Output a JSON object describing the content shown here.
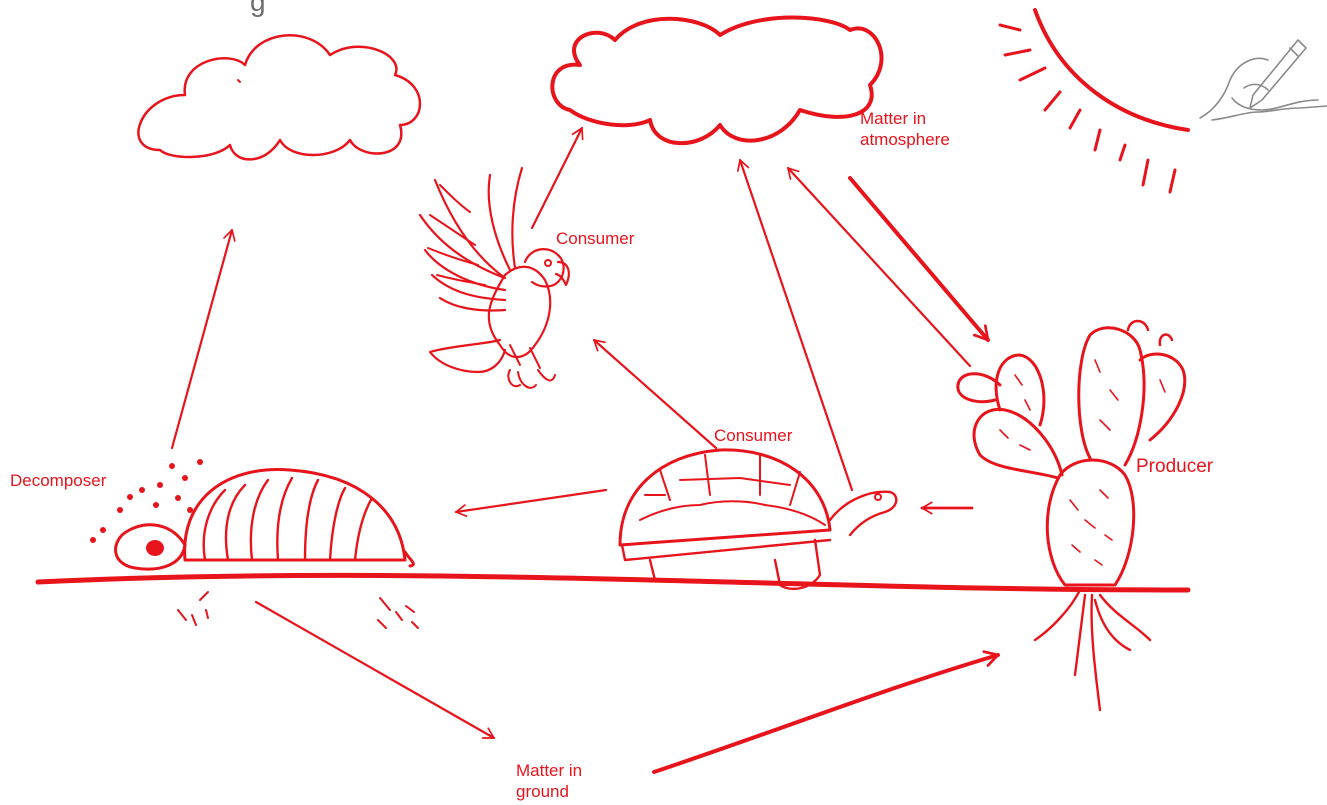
{
  "diagram": {
    "header_fragment": "g",
    "labels": {
      "matter_atmosphere": "Matter in\natmosphere",
      "consumer_bird": "Consumer",
      "consumer_tortoise": "Consumer",
      "producer": "Producer",
      "decomposer": "Decomposer",
      "matter_ground": "Matter in\nground"
    }
  },
  "colors": {
    "accent": "#e8141c",
    "header": "#6d6d6d",
    "pencil_icon": "#8a8a8a"
  },
  "icons": [
    "pencil-hand-icon",
    "sun-icon",
    "cloud-icon",
    "bird-icon",
    "tortoise-icon",
    "cactus-icon",
    "beetle-icon"
  ]
}
